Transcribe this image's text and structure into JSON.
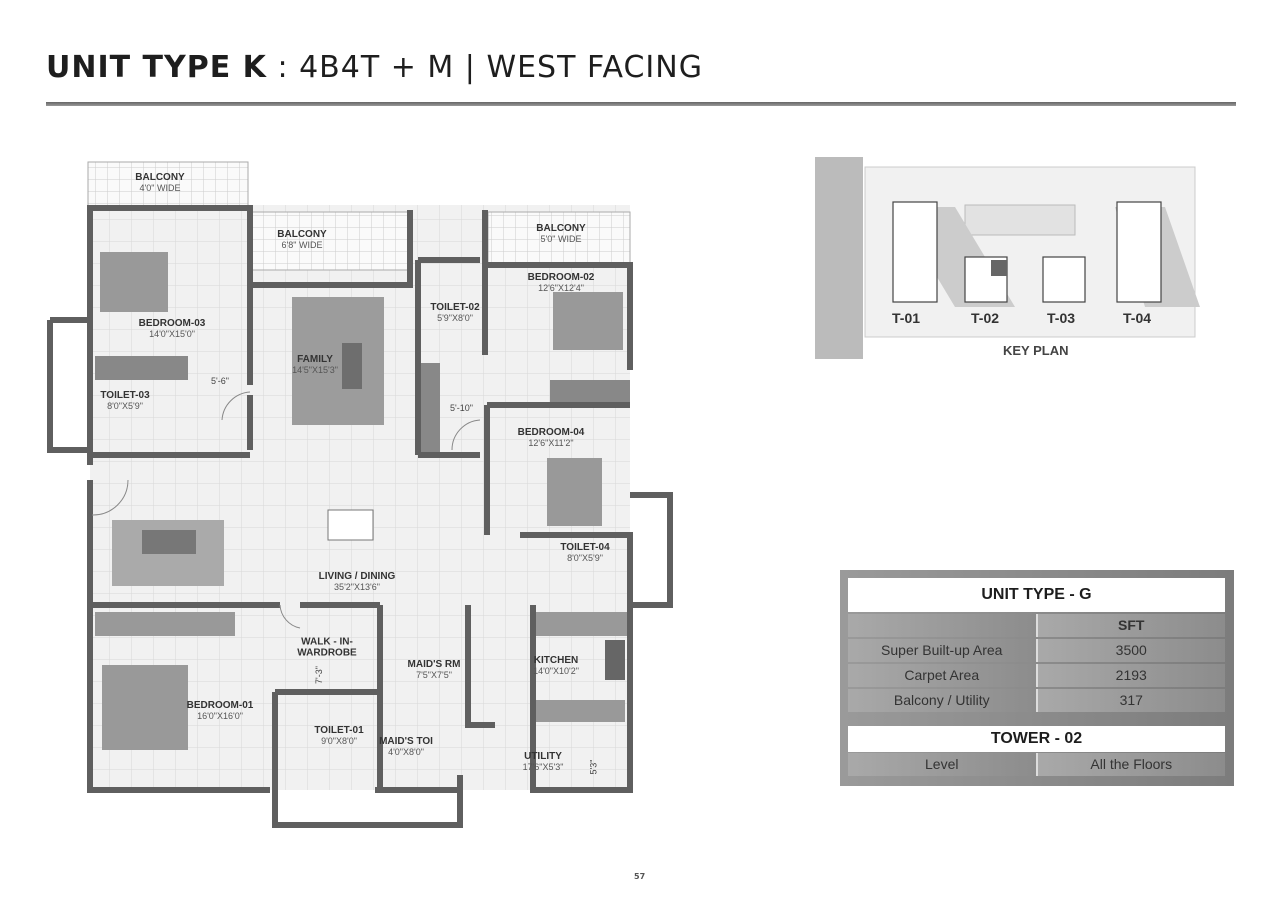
{
  "header": {
    "title_bold": "UNIT TYPE K",
    "title_rest": " : 4B4T + M | WEST FACING"
  },
  "plan": {
    "rooms": [
      {
        "name": "BALCONY",
        "dim": "4'0\" WIDE"
      },
      {
        "name": "BALCONY",
        "dim": "6'8\" WIDE"
      },
      {
        "name": "BALCONY",
        "dim": "5'0\" WIDE"
      },
      {
        "name": "BEDROOM-03",
        "dim": "14'0\"X15'0\""
      },
      {
        "name": "TOILET-03",
        "dim": "8'0\"X5'9\""
      },
      {
        "name": "FAMILY",
        "dim": "14'5\"X15'3\""
      },
      {
        "name": "TOILET-02",
        "dim": "5'9\"X8'0\""
      },
      {
        "name": "BEDROOM-02",
        "dim": "12'6\"X12'4\""
      },
      {
        "name": "BEDROOM-04",
        "dim": "12'6\"X11'2\""
      },
      {
        "name": "TOILET-04",
        "dim": "8'0\"X5'9\""
      },
      {
        "name": "LIVING / DINING",
        "dim": "35'2\"X13'6\""
      },
      {
        "name": "WALK - IN-",
        "dim": "WARDROBE"
      },
      {
        "name": "MAID'S RM",
        "dim": "7'5\"X7'5\""
      },
      {
        "name": "KITCHEN",
        "dim": "14'0\"X10'2\""
      },
      {
        "name": "BEDROOM-01",
        "dim": "16'0\"X16'0\""
      },
      {
        "name": "TOILET-01",
        "dim": "9'0\"X8'0\""
      },
      {
        "name": "MAID'S TOI",
        "dim": "4'0\"X8'0\""
      },
      {
        "name": "UTILITY",
        "dim": "17'6\"X5'3\""
      }
    ],
    "dimensions": [
      "5'-6\"",
      "5'-10\"",
      "7'-3\"",
      "5'3\""
    ]
  },
  "key_plan": {
    "towers": [
      "T-01",
      "T-02",
      "T-03",
      "T-04"
    ],
    "caption": "KEY PLAN"
  },
  "area_table": {
    "title": "UNIT TYPE - G",
    "unit_header": "SFT",
    "rows": [
      {
        "label": "Super Built-up Area",
        "value": "3500"
      },
      {
        "label": "Carpet Area",
        "value": "2193"
      },
      {
        "label": "Balcony / Utility",
        "value": "317"
      }
    ],
    "tower_title": "TOWER - 02",
    "level_label": "Level",
    "level_value": "All the Floors"
  },
  "page_number": "57"
}
